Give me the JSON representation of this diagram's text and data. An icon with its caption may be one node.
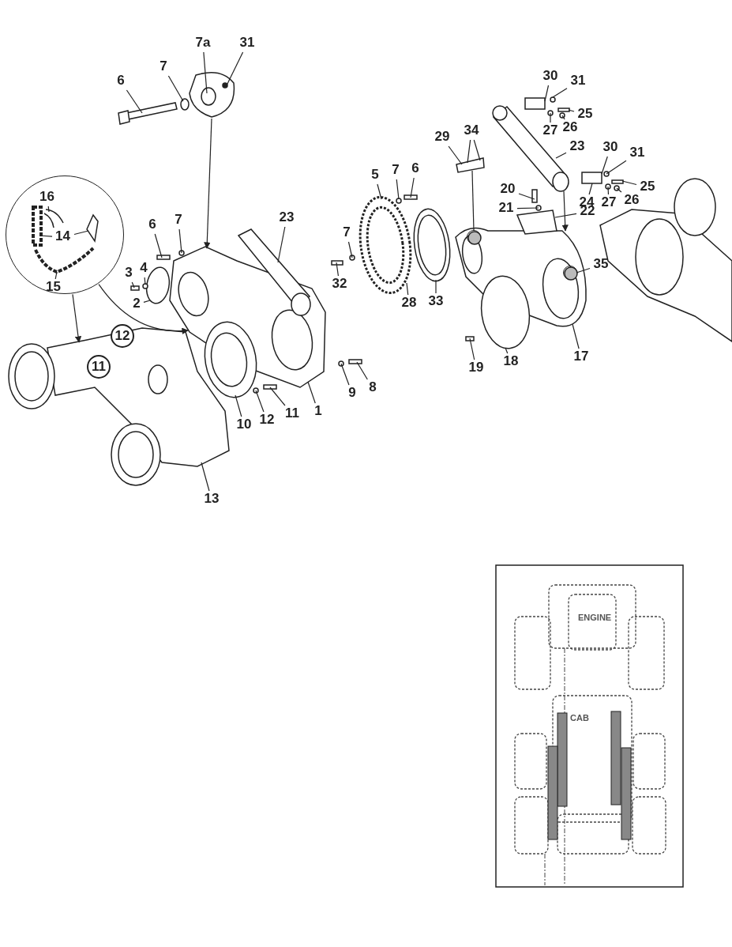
{
  "diagram": {
    "nodes": [
      {
        "text": [
          "6"
        ]
      },
      {
        "text": [
          "7"
        ]
      },
      {
        "text": [
          "7a"
        ]
      },
      {
        "text": [
          "31"
        ]
      },
      {
        "text": [],
        "shape": "circle"
      },
      {
        "text": [
          "16"
        ],
        "in": 4
      },
      {
        "text": [
          "14"
        ],
        "in": 4
      },
      {
        "text": [
          "15"
        ],
        "in": 4
      },
      {
        "text": [
          "6"
        ]
      },
      {
        "text": [
          "7"
        ]
      },
      {
        "text": [
          "23"
        ]
      },
      {
        "text": [
          "3"
        ]
      },
      {
        "text": [
          "4"
        ]
      },
      {
        "text": [
          "2"
        ]
      },
      {
        "text": [],
        "shape": "picture"
      },
      {
        "text": [
          "12"
        ],
        "in": 14
      },
      {
        "text": [
          "11"
        ],
        "in": 14
      },
      {
        "text": [
          "10"
        ]
      },
      {
        "text": [
          "12"
        ]
      },
      {
        "text": [
          "11"
        ]
      },
      {
        "text": [
          "1"
        ]
      },
      {
        "text": [
          "9"
        ]
      },
      {
        "text": [
          "8"
        ]
      },
      {
        "text": [
          "13"
        ]
      },
      {
        "text": [
          "5"
        ]
      },
      {
        "text": [
          "7"
        ]
      },
      {
        "text": [
          "6"
        ]
      },
      {
        "text": [
          "7"
        ]
      },
      {
        "text": [
          "32"
        ]
      },
      {
        "text": [
          "28"
        ]
      },
      {
        "text": [
          "33"
        ]
      },
      {
        "text": [
          "29"
        ]
      },
      {
        "text": [
          "34"
        ]
      },
      {
        "text": [
          "30"
        ]
      },
      {
        "text": [
          "31"
        ]
      },
      {
        "text": [
          "25"
        ]
      },
      {
        "text": [
          "27"
        ]
      },
      {
        "text": [
          "26"
        ]
      },
      {
        "text": [
          "23"
        ]
      },
      {
        "text": [
          "20"
        ]
      },
      {
        "text": [
          "21"
        ]
      },
      {
        "text": [
          "22"
        ]
      },
      {
        "text": [
          "30"
        ]
      },
      {
        "text": [
          "31"
        ]
      },
      {
        "text": [
          "25"
        ]
      },
      {
        "text": [
          "24"
        ]
      },
      {
        "text": [
          "27"
        ]
      },
      {
        "text": [
          "26"
        ]
      },
      {
        "text": [
          "35"
        ]
      },
      {
        "text": [
          "19"
        ]
      },
      {
        "text": [
          "18"
        ]
      },
      {
        "text": [
          "17"
        ]
      },
      {
        "text": [],
        "shape": "bolt"
      },
      {
        "text": [],
        "shape": "washer"
      },
      {
        "text": [],
        "shape": "picture"
      },
      {
        "text": [],
        "shape": "picture"
      },
      {
        "text": [],
        "shape": "disc"
      },
      {
        "text": [],
        "shape": "bolt"
      },
      {
        "text": [],
        "shape": "washer"
      },
      {
        "text": [],
        "shape": "bolt"
      },
      {
        "text": [],
        "shape": "washer"
      },
      {
        "text": [],
        "shape": "cylinder"
      },
      {
        "text": [],
        "shape": "ring"
      },
      {
        "text": [],
        "shape": "washer"
      },
      {
        "text": [],
        "shape": "bolt"
      },
      {
        "text": [],
        "shape": "washer"
      },
      {
        "text": [],
        "shape": "bolt"
      },
      {
        "text": [],
        "shape": "gear"
      },
      {
        "text": [],
        "shape": "washer"
      },
      {
        "text": [],
        "shape": "bolt"
      },
      {
        "text": [],
        "shape": "washer"
      },
      {
        "text": [],
        "shape": "bolt"
      },
      {
        "text": [],
        "shape": "ring"
      },
      {
        "text": [],
        "shape": "pin"
      },
      {
        "text": [],
        "shape": "picture"
      },
      {
        "text": [],
        "shape": "circle",
        "in": 74
      },
      {
        "text": [],
        "shape": "circle",
        "in": 74
      },
      {
        "text": [],
        "shape": "disc"
      },
      {
        "text": [],
        "shape": "bolt"
      },
      {
        "text": [],
        "shape": "bolt"
      },
      {
        "text": [],
        "shape": "washer"
      },
      {
        "text": [],
        "shape": "box"
      },
      {
        "text": [],
        "shape": "cylinder"
      },
      {
        "text": [],
        "shape": "pin"
      },
      {
        "text": [],
        "shape": "washer"
      },
      {
        "text": [],
        "shape": "bolt"
      },
      {
        "text": [],
        "shape": "washer"
      },
      {
        "text": [],
        "shape": "washer"
      },
      {
        "text": [],
        "shape": "pin"
      },
      {
        "text": [],
        "shape": "washer"
      },
      {
        "text": [],
        "shape": "bolt"
      },
      {
        "text": [],
        "shape": "washer"
      },
      {
        "text": [],
        "shape": "washer"
      },
      {
        "text": [],
        "shape": "chain",
        "in": 4
      },
      {
        "text": [],
        "shape": "picture",
        "in": 4
      },
      {
        "text": [],
        "shape": "picture",
        "in": 4
      },
      {
        "text": [],
        "shape": "chain",
        "in": 4
      }
    ],
    "edges": [
      {
        "from": 0,
        "to": 52,
        "arrow": "none"
      },
      {
        "from": 1,
        "to": 53,
        "arrow": "none"
      },
      {
        "from": 2,
        "to": 54,
        "arrow": "none"
      },
      {
        "from": 3,
        "to": 54,
        "arrow": "none"
      },
      {
        "from": 4,
        "to": 14,
        "arrow": "to"
      },
      {
        "from": 4,
        "to": 55,
        "arrow": "to"
      },
      {
        "from": 5,
        "to": 94,
        "arrow": "none"
      },
      {
        "from": 6,
        "to": 93,
        "arrow": "none"
      },
      {
        "from": 6,
        "to": 95,
        "arrow": "none"
      },
      {
        "from": 7,
        "to": 96,
        "arrow": "none"
      },
      {
        "from": 8,
        "to": 59,
        "arrow": "none"
      },
      {
        "from": 9,
        "to": 60,
        "arrow": "none"
      },
      {
        "from": 10,
        "to": 61,
        "arrow": "none"
      },
      {
        "from": 11,
        "to": 57,
        "arrow": "none"
      },
      {
        "from": 12,
        "to": 58,
        "arrow": "none"
      },
      {
        "from": 13,
        "to": 56,
        "arrow": "none"
      },
      {
        "from": 17,
        "to": 62,
        "arrow": "none"
      },
      {
        "from": 18,
        "to": 63,
        "arrow": "none"
      },
      {
        "from": 19,
        "to": 64,
        "arrow": "none"
      },
      {
        "from": 20,
        "to": 55,
        "arrow": "none"
      },
      {
        "from": 21,
        "to": 65,
        "arrow": "none"
      },
      {
        "from": 22,
        "to": 66,
        "arrow": "none"
      },
      {
        "from": 23,
        "to": 14,
        "arrow": "none"
      },
      {
        "from": 24,
        "to": 67,
        "arrow": "none"
      },
      {
        "from": 25,
        "to": 68,
        "arrow": "none"
      },
      {
        "from": 26,
        "to": 69,
        "arrow": "none"
      },
      {
        "from": 27,
        "to": 70,
        "arrow": "none"
      },
      {
        "from": 28,
        "to": 71,
        "arrow": "none"
      },
      {
        "from": 29,
        "to": 67,
        "arrow": "none"
      },
      {
        "from": 30,
        "to": 72,
        "arrow": "none"
      },
      {
        "from": 31,
        "to": 73,
        "arrow": "none"
      },
      {
        "from": 32,
        "to": 73,
        "arrow": "none"
      },
      {
        "from": 32,
        "to": 73,
        "arrow": "none"
      },
      {
        "from": 33,
        "to": 83,
        "arrow": "none"
      },
      {
        "from": 34,
        "to": 84,
        "arrow": "none"
      },
      {
        "from": 35,
        "to": 85,
        "arrow": "none"
      },
      {
        "from": 36,
        "to": 86,
        "arrow": "none"
      },
      {
        "from": 37,
        "to": 87,
        "arrow": "none"
      },
      {
        "from": 38,
        "to": 82,
        "arrow": "none"
      },
      {
        "from": 39,
        "to": 79,
        "arrow": "none"
      },
      {
        "from": 40,
        "to": 80,
        "arrow": "none"
      },
      {
        "from": 41,
        "to": 81,
        "arrow": "none"
      },
      {
        "from": 42,
        "to": 88,
        "arrow": "none"
      },
      {
        "from": 43,
        "to": 89,
        "arrow": "none"
      },
      {
        "from": 44,
        "to": 90,
        "arrow": "none"
      },
      {
        "from": 45,
        "to": 88,
        "arrow": "none"
      },
      {
        "from": 46,
        "to": 91,
        "arrow": "none"
      },
      {
        "from": 47,
        "to": 92,
        "arrow": "none"
      },
      {
        "from": 48,
        "to": 76,
        "arrow": "none"
      },
      {
        "from": 49,
        "to": 78,
        "arrow": "none"
      },
      {
        "from": 50,
        "to": 77,
        "arrow": "none"
      },
      {
        "from": 51,
        "to": 74,
        "arrow": "none"
      },
      {
        "from": 54,
        "to": 55,
        "arrow": "to"
      },
      {
        "from": 73,
        "to": 75,
        "arrow": "none"
      },
      {
        "from": 82,
        "to": 74,
        "arrow": "to"
      }
    ],
    "labels": [
      "ENGINE",
      "CAB"
    ]
  }
}
